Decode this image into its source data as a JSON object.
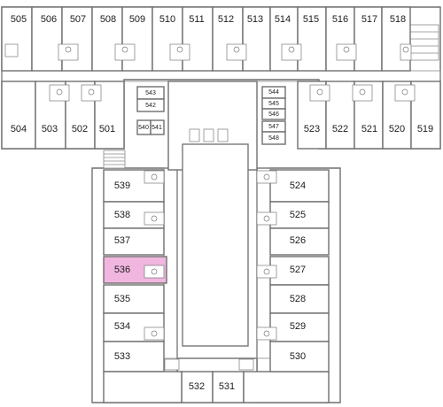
{
  "floor_plan": {
    "highlight_color": "#f1b6e0",
    "highlighted_room": "536",
    "rooms": {
      "r505": "505",
      "r506": "506",
      "r507": "507",
      "r508": "508",
      "r509": "509",
      "r510": "510",
      "r511": "511",
      "r512": "512",
      "r513": "513",
      "r514": "514",
      "r515": "515",
      "r516": "516",
      "r517": "517",
      "r518": "518",
      "r504": "504",
      "r503": "503",
      "r502": "502",
      "r501": "501",
      "r540": "540",
      "r541": "541",
      "r542": "542",
      "r543": "543",
      "r544": "544",
      "r545": "545",
      "r546": "546",
      "r547": "547",
      "r548": "548",
      "r523": "523",
      "r522": "522",
      "r521": "521",
      "r520": "520",
      "r519": "519",
      "r539": "539",
      "r538": "538",
      "r537": "537",
      "r536": "536",
      "r535": "535",
      "r534": "534",
      "r533": "533",
      "r532": "532",
      "r531": "531",
      "r524": "524",
      "r525": "525",
      "r526": "526",
      "r527": "527",
      "r528": "528",
      "r529": "529",
      "r530": "530"
    }
  }
}
